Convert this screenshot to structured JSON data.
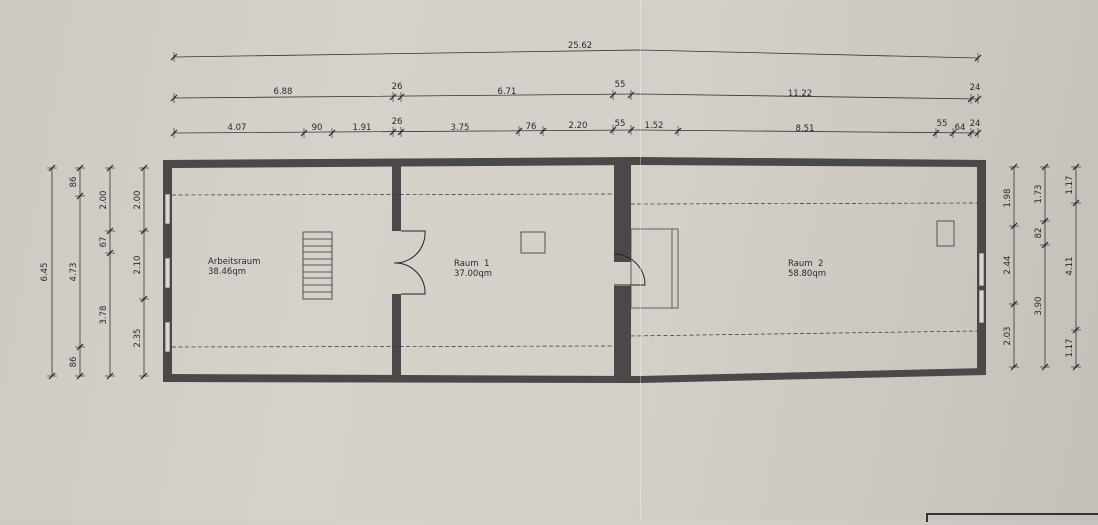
{
  "drawing": {
    "type": "floor-plan",
    "rooms": [
      {
        "name": "Arbeitsraum",
        "area": "38.46qm"
      },
      {
        "name": "Raum  1",
        "area": "37.00qm"
      },
      {
        "name": "Raum  2",
        "area": "58.80qm"
      }
    ],
    "dimensions_top": {
      "overall": "25.62",
      "row2": [
        "6.88",
        "26",
        "6.71",
        "55",
        "11.22",
        "24"
      ],
      "row3": [
        "4.07",
        "90",
        "1.91",
        "26",
        "3.75",
        "76",
        "2.20",
        "55",
        "1.52",
        "8.51",
        "55",
        "64",
        "24"
      ]
    },
    "dimensions_left": {
      "col1": [
        "6.45"
      ],
      "col2": [
        "86",
        "4.73",
        "86"
      ],
      "col3": [
        "2.00",
        "67",
        "3.78"
      ],
      "col4": [
        "2.00",
        "2.10",
        "2.35"
      ]
    },
    "dimensions_right": {
      "col1": [
        "1.98",
        "2.44",
        "2.03"
      ],
      "col2": [
        "1.73",
        "82",
        "3.90"
      ],
      "col3": [
        "1.17",
        "4.11",
        "1.17"
      ]
    },
    "colors": {
      "wall": "#4a4848",
      "line": "#2a2a2a",
      "paper": "#d4cfc9"
    }
  }
}
